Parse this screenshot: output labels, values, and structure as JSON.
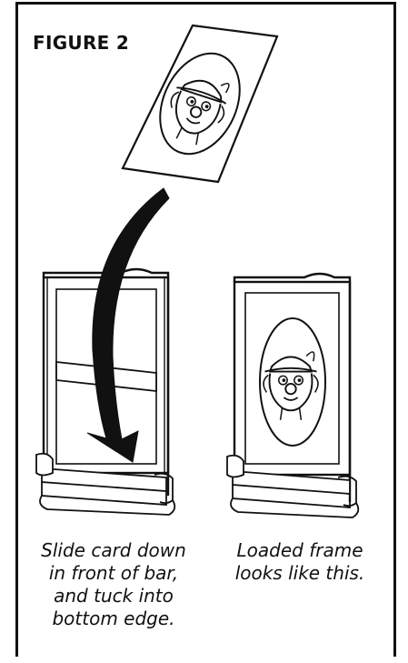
{
  "figure_label": "FIGURE 2",
  "captions": {
    "left": [
      "Slide card down",
      "in front of bar,",
      "and tuck into",
      "bottom edge."
    ],
    "right": [
      "Loaded frame",
      "looks like this."
    ]
  }
}
